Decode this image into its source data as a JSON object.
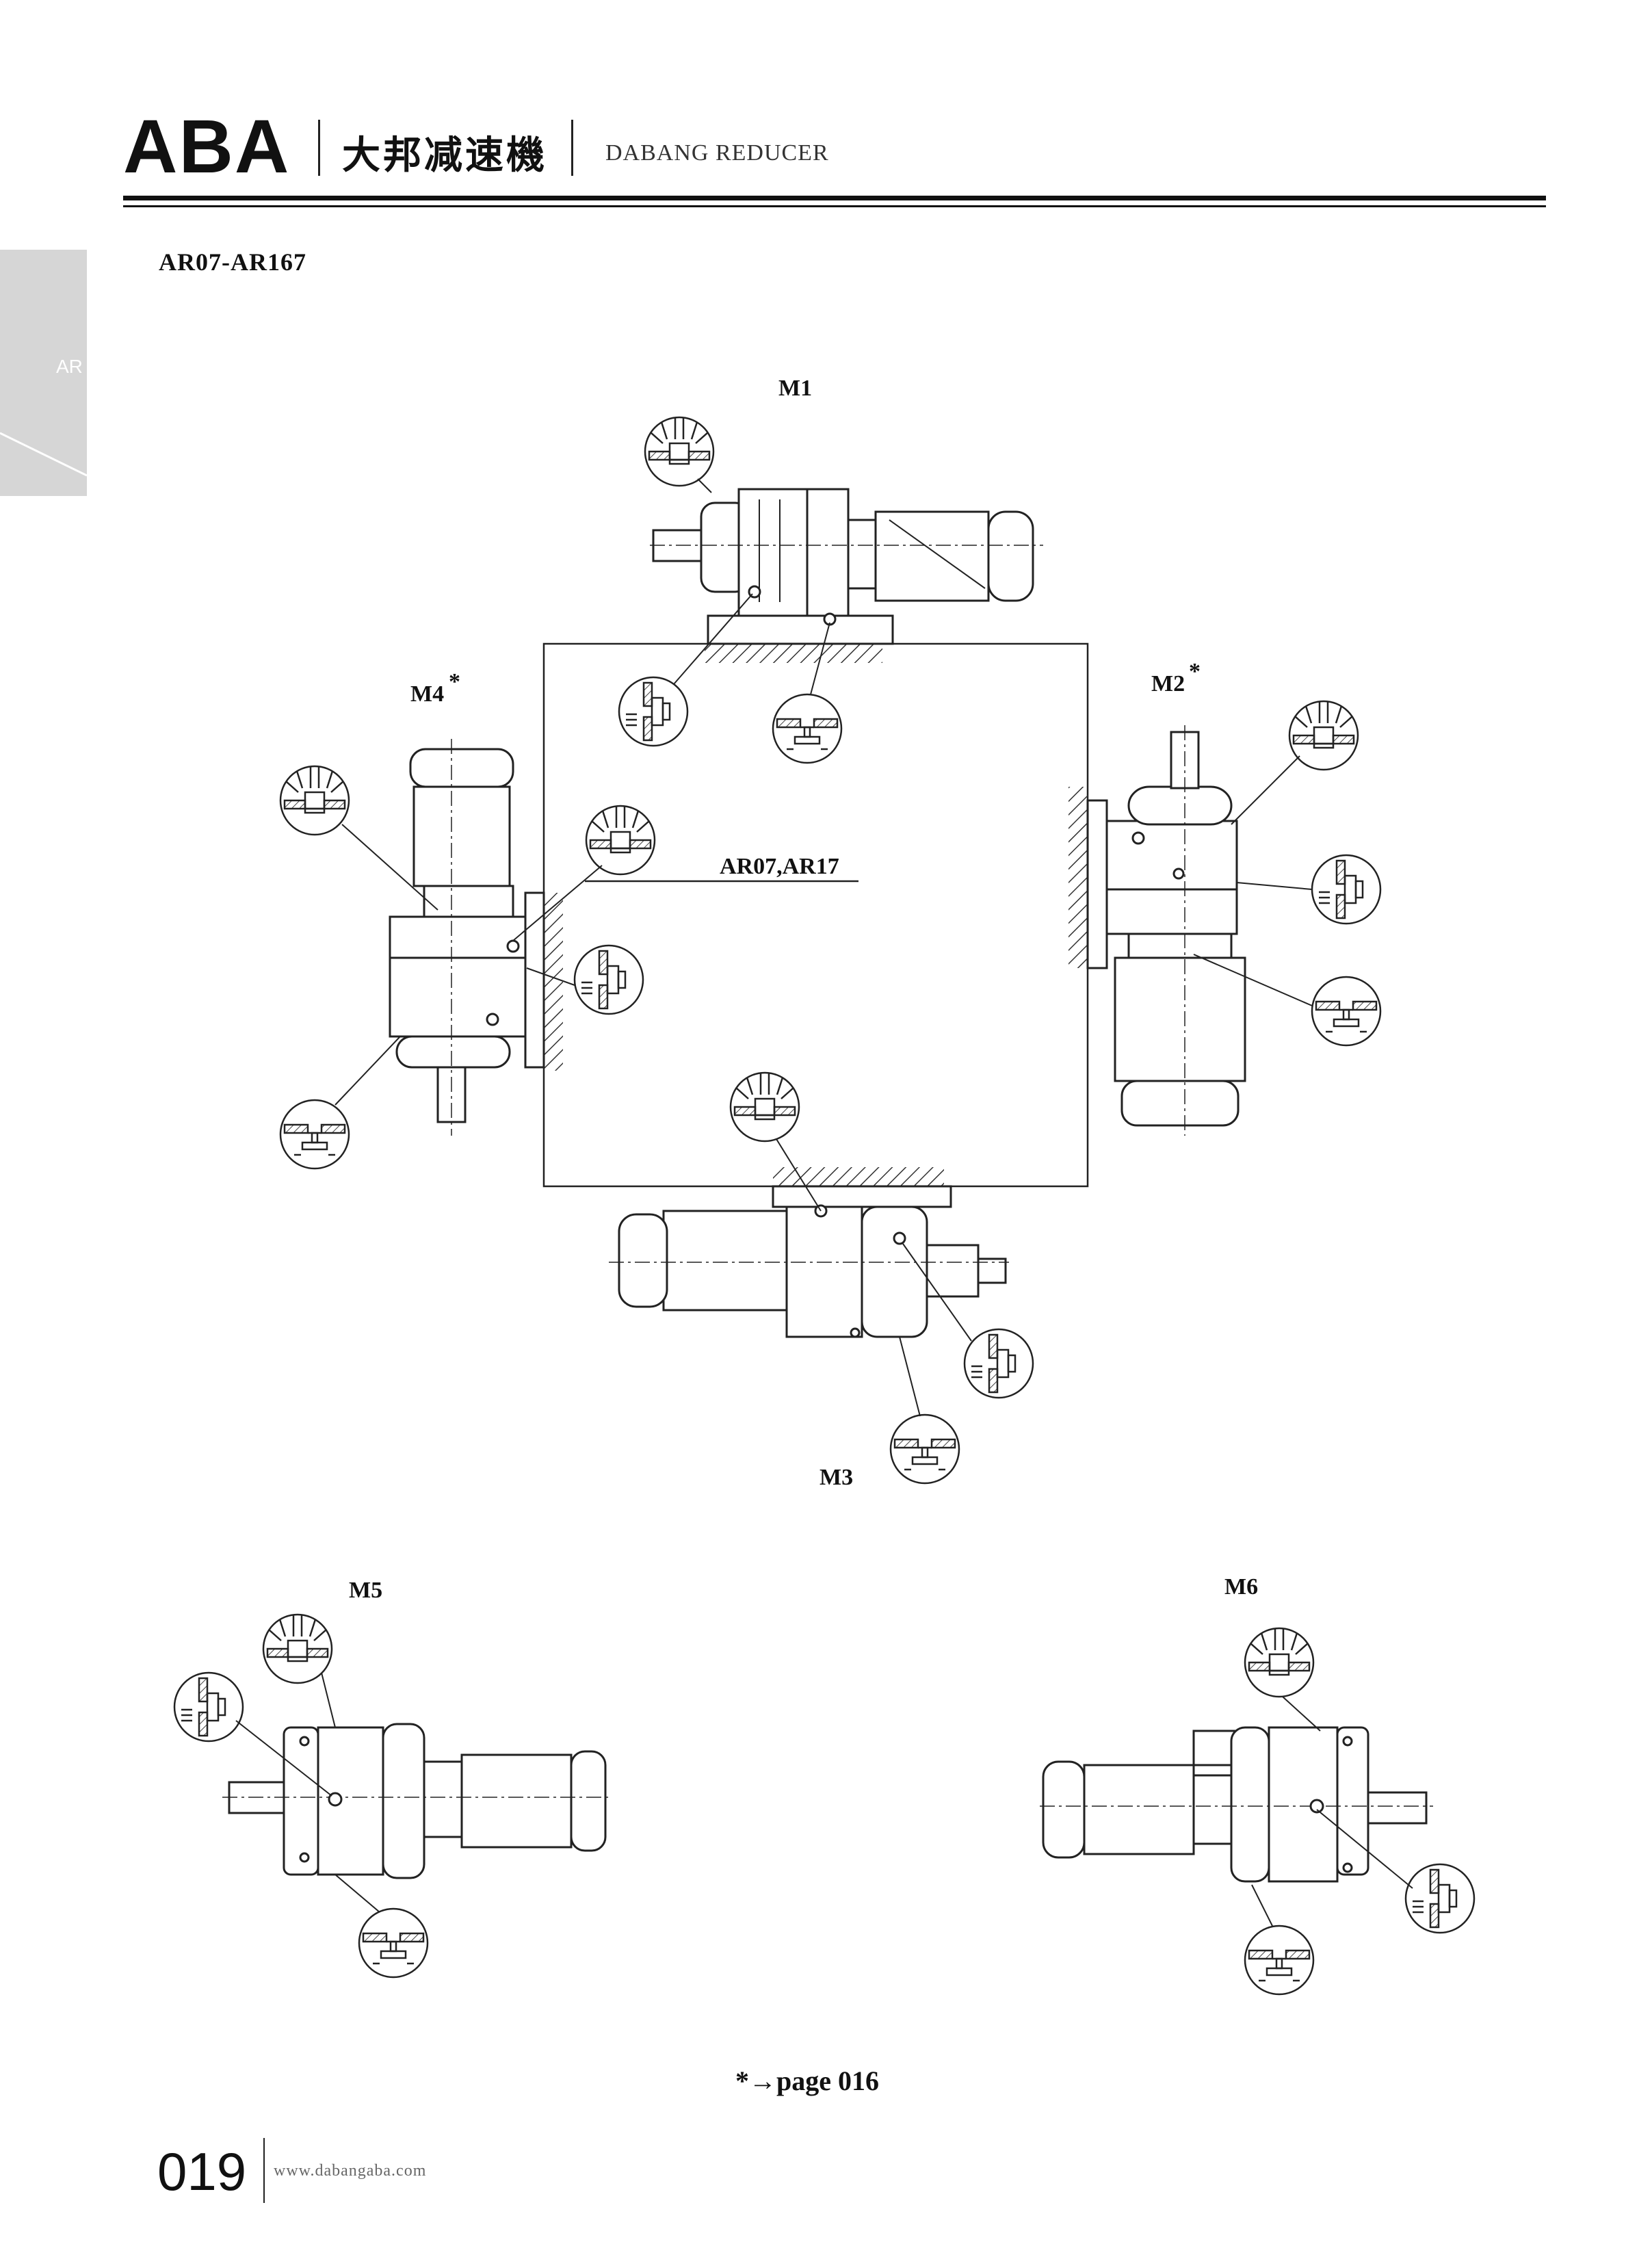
{
  "header": {
    "brand": "ABA",
    "chinese_name": "大邦减速機",
    "english_name": "DABANG REDUCER"
  },
  "side_tab": {
    "label": "AR"
  },
  "section": {
    "title": "AR07-AR167"
  },
  "positions": {
    "m1": "M1",
    "m2": "M2",
    "m3": "M3",
    "m4": "M4",
    "m5": "M5",
    "m6": "M6",
    "asterisk": "*",
    "sub_note": "AR07,AR17"
  },
  "footer": {
    "note": "*→page 016",
    "page_number": "019",
    "website": "www.dabangaba.com"
  }
}
